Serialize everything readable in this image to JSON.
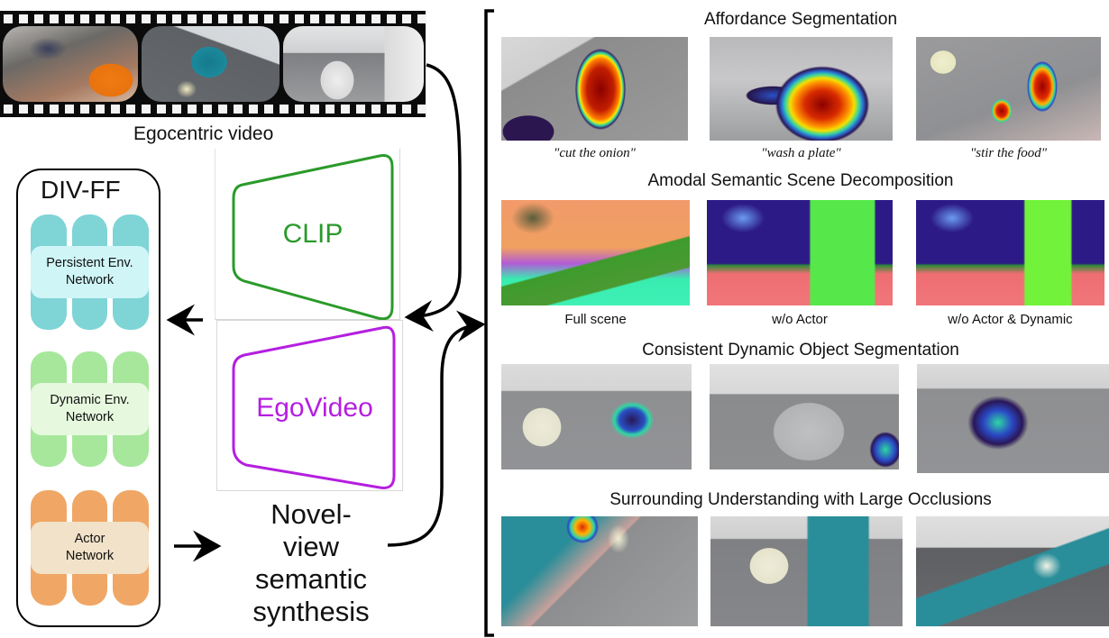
{
  "film_strip": {
    "caption": "Egocentric video",
    "frames": [
      {
        "scene": "kitchen counter with orange bag and packaged food"
      },
      {
        "scene": "countertop with teal cutting board and kettle"
      },
      {
        "scene": "sink with dish rack"
      }
    ]
  },
  "divff": {
    "title": "DIV-FF",
    "networks": [
      {
        "label_line1": "Persistent Env.",
        "label_line2": "Network",
        "pillar_color": "#7fd4d6",
        "label_bg": "#cff5f7"
      },
      {
        "label_line1": "Dynamic Env.",
        "label_line2": "Network",
        "pillar_color": "#a6e79c",
        "label_bg": "#e6f8de"
      },
      {
        "label_line1": "Actor",
        "label_line2": "Network",
        "pillar_color": "#f0a765",
        "label_bg": "#f1e2c9"
      }
    ]
  },
  "encoders": [
    {
      "label": "CLIP",
      "color": "#2a9a2a"
    },
    {
      "label": "EgoVideo",
      "color": "#b51ee0"
    }
  ],
  "synthesis": {
    "lines": [
      "Novel-",
      "view",
      "semantic",
      "synthesis"
    ]
  },
  "sections": [
    {
      "title": "Affordance Segmentation",
      "captions": [
        "\"cut the onion\"",
        "\"wash a plate\"",
        "\"stir the food\""
      ],
      "caption_style": "italic-serif"
    },
    {
      "title": "Amodal Semantic Scene Decomposition",
      "captions": [
        "Full scene",
        "w/o Actor",
        "w/o Actor & Dynamic"
      ],
      "caption_style": "sans"
    },
    {
      "title": "Consistent Dynamic Object Segmentation",
      "captions": []
    },
    {
      "title": "Surrounding Understanding with Large Occlusions",
      "captions": []
    }
  ]
}
